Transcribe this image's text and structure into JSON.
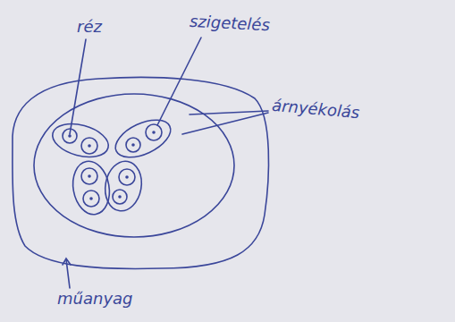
{
  "diagram": {
    "labels": [
      "réz",
      "szigetelés",
      "árnyékolás",
      "műanyag"
    ]
  }
}
